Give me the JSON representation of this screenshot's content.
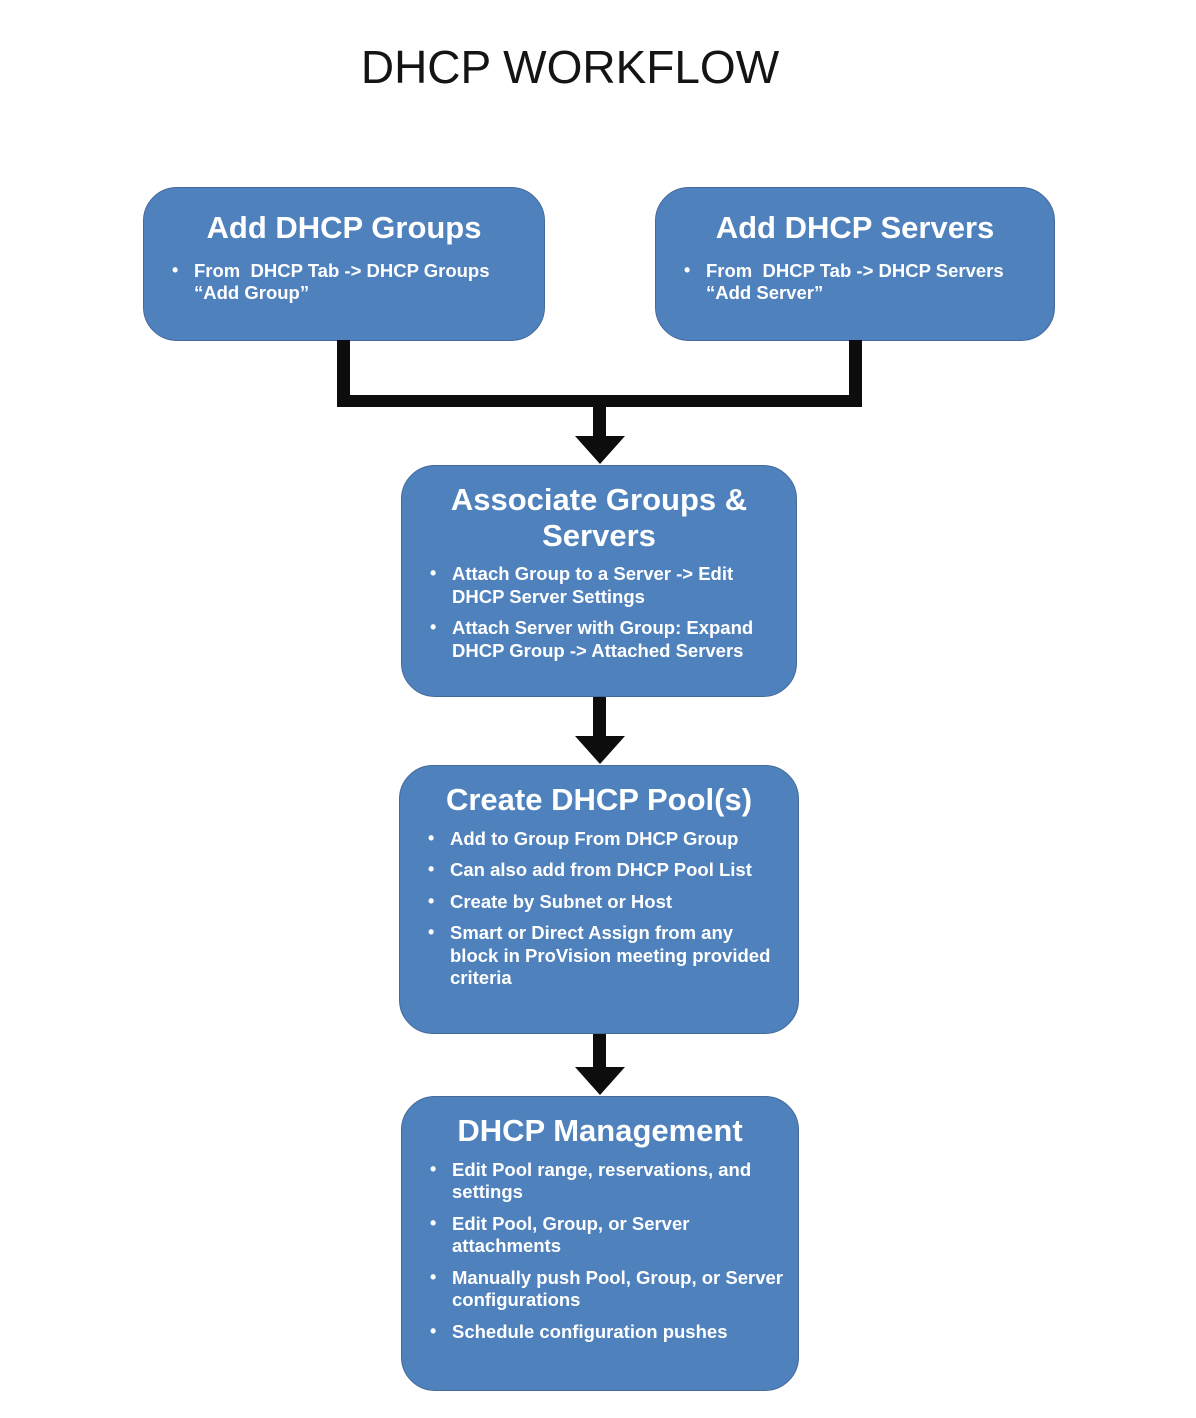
{
  "page": {
    "title": "DHCP WORKFLOW"
  },
  "colors": {
    "node_fill": "#4f81bd",
    "node_border": "#44699b",
    "node_text": "#ffffff",
    "connector": "#0d0d0d",
    "page_background": "#ffffff",
    "title_text": "#141414"
  },
  "diagram": {
    "nodes": [
      {
        "id": "add-dhcp-groups",
        "title": "Add DHCP Groups",
        "bullets": [
          "From  DHCP Tab -> DHCP Groups “Add Group”"
        ]
      },
      {
        "id": "add-dhcp-servers",
        "title": "Add DHCP Servers",
        "bullets": [
          "From  DHCP Tab -> DHCP Servers “Add Server”"
        ]
      },
      {
        "id": "associate-groups-servers",
        "title": "Associate Groups & Servers",
        "bullets": [
          "Attach Group to a Server -> Edit DHCP Server Settings",
          "Attach Server with Group: Expand DHCP Group -> Attached Servers"
        ]
      },
      {
        "id": "create-dhcp-pools",
        "title": "Create DHCP Pool(s)",
        "bullets": [
          "Add to Group From DHCP Group",
          "Can also add from DHCP Pool List",
          "Create by Subnet or Host",
          "Smart or Direct Assign from any block in ProVision meeting provided criteria"
        ]
      },
      {
        "id": "dhcp-management",
        "title": "DHCP Management",
        "bullets": [
          "Edit Pool range, reservations, and settings",
          "Edit Pool, Group, or Server attachments",
          "Manually push Pool, Group, or Server configurations",
          "Schedule configuration pushes"
        ]
      }
    ],
    "edges": [
      {
        "from": "add-dhcp-groups",
        "to": "associate-groups-servers"
      },
      {
        "from": "add-dhcp-servers",
        "to": "associate-groups-servers"
      },
      {
        "from": "associate-groups-servers",
        "to": "create-dhcp-pools"
      },
      {
        "from": "create-dhcp-pools",
        "to": "dhcp-management"
      }
    ]
  }
}
